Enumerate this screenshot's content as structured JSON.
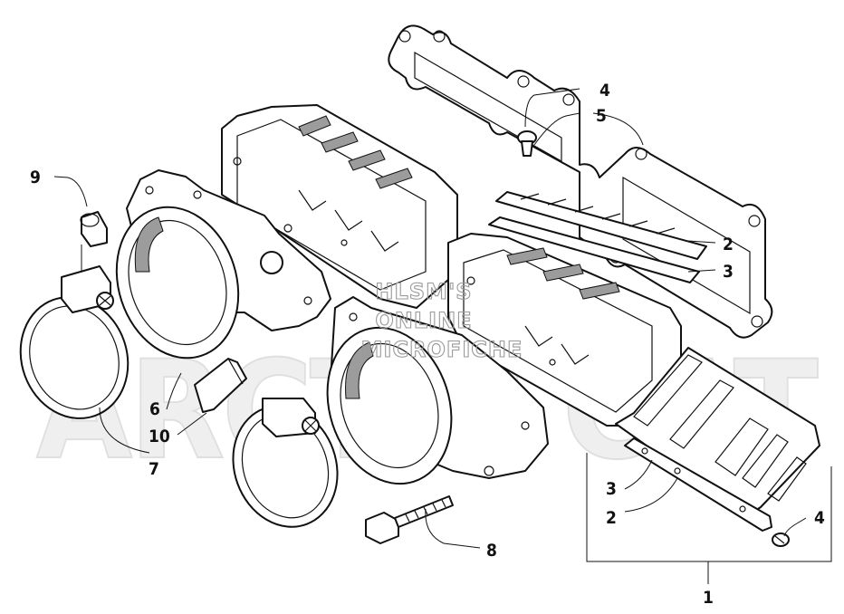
{
  "watermark": {
    "logo_text": "ARCTIC CAT",
    "lines": [
      "HLSM'S",
      "ONLINE",
      "MICROFICHE"
    ],
    "color": "#9a9a9a"
  },
  "callouts": [
    {
      "id": "1",
      "label": "1"
    },
    {
      "id": "2a",
      "label": "2"
    },
    {
      "id": "2b",
      "label": "2"
    },
    {
      "id": "3a",
      "label": "3"
    },
    {
      "id": "3b",
      "label": "3"
    },
    {
      "id": "4a",
      "label": "4"
    },
    {
      "id": "4b",
      "label": "4"
    },
    {
      "id": "5",
      "label": "5"
    },
    {
      "id": "6",
      "label": "6"
    },
    {
      "id": "7",
      "label": "7"
    },
    {
      "id": "8",
      "label": "8"
    },
    {
      "id": "9",
      "label": "9"
    },
    {
      "id": "10",
      "label": "10"
    }
  ],
  "colors": {
    "line": "#111111",
    "shade": "#9c9c9c",
    "background": "#ffffff"
  }
}
